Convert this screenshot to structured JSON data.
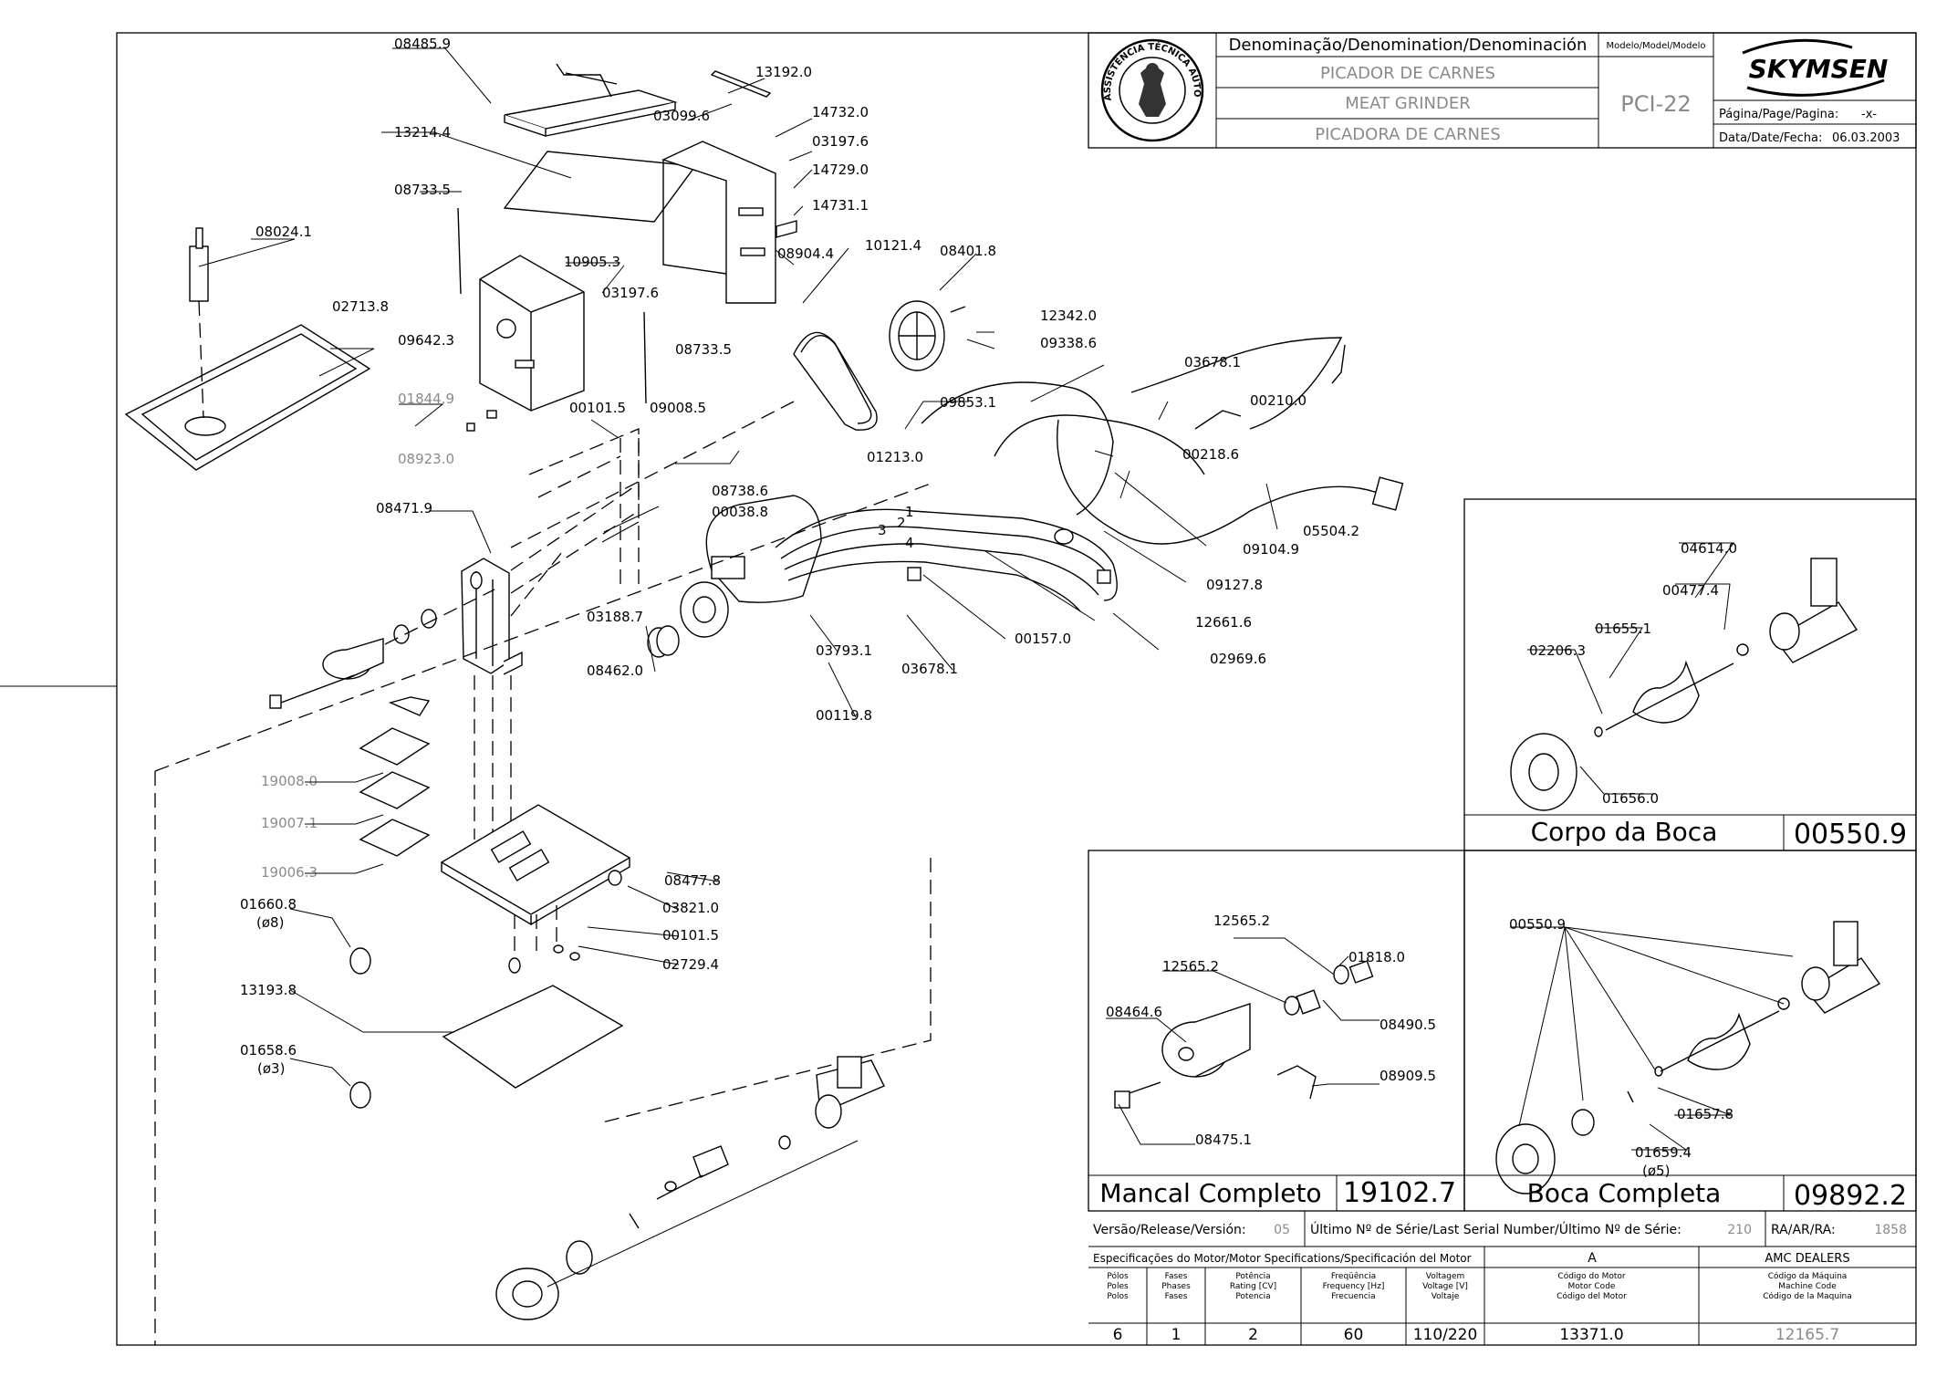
{
  "title_block": {
    "header": "Denominação/Denomination/Denominación",
    "model_header": "Modelo/Model/Modelo",
    "name_pt": "PICADOR DE CARNES",
    "name_en": "MEAT GRINDER",
    "name_es": "PICADORA DE CARNES",
    "model": "PCI-22",
    "brand": "SKYMSEN",
    "seal_text": "ASSISTÊNCIA TÉCNICA AUTORIZADA",
    "page_label": "Página/Page/Pagina:",
    "page_value": "-x-",
    "date_label": "Data/Date/Fecha:",
    "date_value": "06.03.2003"
  },
  "main_labels": [
    {
      "id": "08485.9",
      "grey": false
    },
    {
      "id": "13192.0",
      "grey": false
    },
    {
      "id": "03099.6",
      "grey": false
    },
    {
      "id": "14732.0",
      "grey": false
    },
    {
      "id": "13214.4",
      "grey": false
    },
    {
      "id": "03197.6",
      "grey": false
    },
    {
      "id": "14729.0",
      "grey": false
    },
    {
      "id": "08733.5",
      "grey": false
    },
    {
      "id": "14731.1",
      "grey": false
    },
    {
      "id": "08024.1",
      "grey": false
    },
    {
      "id": "10905.3",
      "grey": false
    },
    {
      "id": "08904.4",
      "grey": false
    },
    {
      "id": "10121.4",
      "grey": false
    },
    {
      "id": "08401.8",
      "grey": false
    },
    {
      "id": "03197.6",
      "grey": false
    },
    {
      "id": "02713.8",
      "grey": false
    },
    {
      "id": "12342.0",
      "grey": false
    },
    {
      "id": "09642.3",
      "grey": false
    },
    {
      "id": "08733.5",
      "grey": false
    },
    {
      "id": "09338.6",
      "grey": false
    },
    {
      "id": "03678.1",
      "grey": false
    },
    {
      "id": "01844.9",
      "grey": true
    },
    {
      "id": "00101.5",
      "grey": false
    },
    {
      "id": "09008.5",
      "grey": false
    },
    {
      "id": "09853.1",
      "grey": false
    },
    {
      "id": "00210.0",
      "grey": false
    },
    {
      "id": "08923.0",
      "grey": true
    },
    {
      "id": "01213.0",
      "grey": false
    },
    {
      "id": "00218.6",
      "grey": false
    },
    {
      "id": "08738.6",
      "grey": false
    },
    {
      "id": "08471.9",
      "grey": false
    },
    {
      "id": "00038.8",
      "grey": false
    },
    {
      "id": "05504.2",
      "grey": false
    },
    {
      "id": "09104.9",
      "grey": false
    },
    {
      "id": "09127.8",
      "grey": false
    },
    {
      "id": "03188.7",
      "grey": false
    },
    {
      "id": "12661.6",
      "grey": false
    },
    {
      "id": "00157.0",
      "grey": false
    },
    {
      "id": "03793.1",
      "grey": false
    },
    {
      "id": "02969.6",
      "grey": false
    },
    {
      "id": "08462.0",
      "grey": false
    },
    {
      "id": "03678.1",
      "grey": false
    },
    {
      "id": "00119.8",
      "grey": false
    },
    {
      "id": "19008.0",
      "grey": true
    },
    {
      "id": "19007.1",
      "grey": true
    },
    {
      "id": "19006.3",
      "grey": true
    },
    {
      "id": "08477.8",
      "grey": false
    },
    {
      "id": "03821.0",
      "grey": false
    },
    {
      "id": "01660.8",
      "grey": false
    },
    {
      "id": "(ø8)",
      "grey": false
    },
    {
      "id": "00101.5",
      "grey": false
    },
    {
      "id": "02729.4",
      "grey": false
    },
    {
      "id": "13193.8",
      "grey": false
    },
    {
      "id": "01658.6",
      "grey": false
    },
    {
      "id": "(ø3)",
      "grey": false
    }
  ],
  "wire_numbers": [
    "1",
    "2",
    "3",
    "4"
  ],
  "panel_corpo": {
    "labels": [
      "04614.0",
      "00477.4",
      "01655.1",
      "02206.3",
      "01656.0"
    ],
    "title": "Corpo da Boca",
    "code": "00550.9"
  },
  "panel_mancal": {
    "labels": [
      "12565.2",
      "01818.0",
      "12565.2",
      "08490.5",
      "08464.6",
      "08909.5",
      "08475.1"
    ],
    "title": "Mancal Completo",
    "code": "19102.7"
  },
  "panel_boca": {
    "labels": [
      "00550.9",
      "01657.8",
      "01659.4",
      "(ø5)"
    ],
    "title": "Boca Completa",
    "code": "09892.2"
  },
  "release_row": {
    "release_label": "Versão/Release/Versión:",
    "release_value": "05",
    "serial_label": "Último Nº de Série/Last Serial Number/Último Nº de Série:",
    "serial_value": "210",
    "ra_label": "RA/AR/RA:",
    "ra_value": "1858"
  },
  "motor_spec": {
    "header": "Especificações do Motor/Motor Specifications/Specificación del Motor",
    "letter": "A",
    "dealers": "AMC DEALERS",
    "columns": [
      {
        "label": "Pólos\nPoles\nPolos",
        "value": "6"
      },
      {
        "label": "Fases\nPhases\nFases",
        "value": "1"
      },
      {
        "label": "Potência\nRating [CV]\nPotencia",
        "value": "2"
      },
      {
        "label": "Freqüência\nFrequency [Hz]\nFrecuencia",
        "value": "60"
      },
      {
        "label": "Voltagem\nVoltage [V]\nVoltaje",
        "value": "110/220"
      },
      {
        "label": "Código do Motor\nMotor Code\nCódigo del Motor",
        "value": "13371.0"
      },
      {
        "label": "Código da Máquina\nMachine Code\nCódigo de la Maquina",
        "value": "12165.7"
      }
    ]
  }
}
